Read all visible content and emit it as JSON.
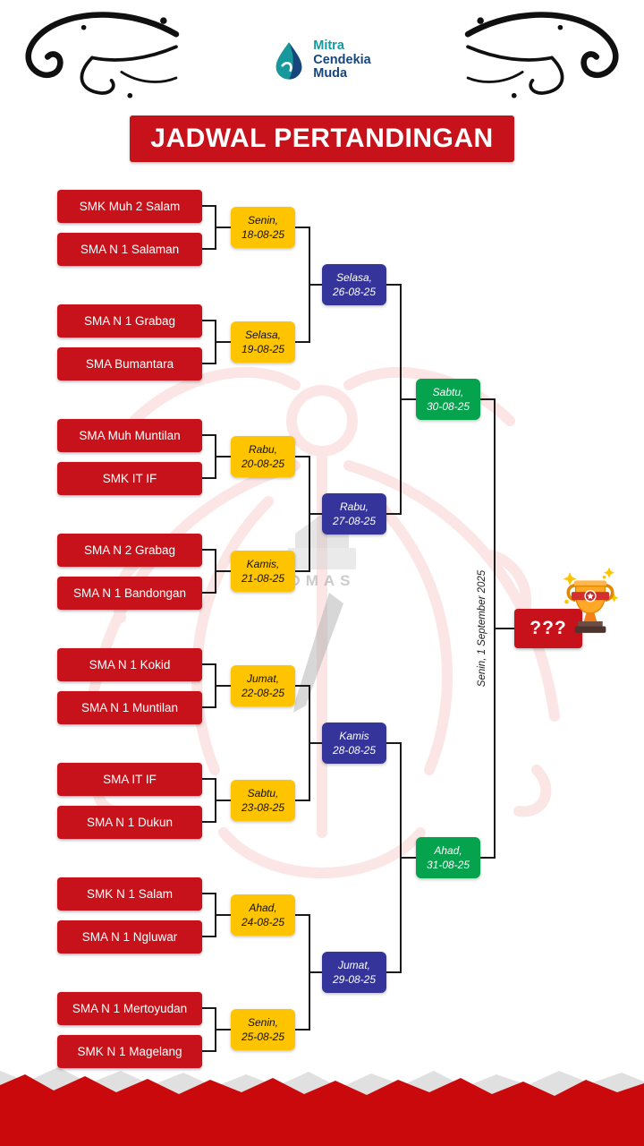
{
  "header": {
    "title": "JADWAL PERTANDINGAN",
    "logo": {
      "line1": "Mitra",
      "line2": "Cendekia",
      "line3": "Muda"
    }
  },
  "bracket": {
    "round1": [
      {
        "team1": "SMK Muh 2 Salam",
        "team2": "SMA N 1 Salaman",
        "day": "Senin,",
        "date": "18-08-25"
      },
      {
        "team1": "SMA N 1 Grabag",
        "team2": "SMA Bumantara",
        "day": "Selasa,",
        "date": "19-08-25"
      },
      {
        "team1": "SMA Muh Muntilan",
        "team2": "SMK IT IF",
        "day": "Rabu,",
        "date": "20-08-25"
      },
      {
        "team1": "SMA N 2 Grabag",
        "team2": "SMA N 1 Bandongan",
        "day": "Kamis,",
        "date": "21-08-25"
      },
      {
        "team1": "SMA N 1 Kokid",
        "team2": "SMA N 1 Muntilan",
        "day": "Jumat,",
        "date": "22-08-25"
      },
      {
        "team1": "SMA IT IF",
        "team2": "SMA N 1 Dukun",
        "day": "Sabtu,",
        "date": "23-08-25"
      },
      {
        "team1": "SMK N 1 Salam",
        "team2": "SMA N 1 Ngluwar",
        "day": "Ahad,",
        "date": "24-08-25"
      },
      {
        "team1": "SMA N 1 Mertoyudan",
        "team2": "SMK N 1 Magelang",
        "day": "Senin,",
        "date": "25-08-25"
      }
    ],
    "round2": [
      {
        "day": "Selasa,",
        "date": "26-08-25"
      },
      {
        "day": "Rabu,",
        "date": "27-08-25"
      },
      {
        "day": "Kamis",
        "date": "28-08-25"
      },
      {
        "day": "Jumat,",
        "date": "29-08-25"
      }
    ],
    "round3": [
      {
        "day": "Sabtu,",
        "date": "30-08-25"
      },
      {
        "day": "Ahad,",
        "date": "31-08-25"
      }
    ],
    "final": {
      "placeholder": "???",
      "date": "Senin, 1 September 2025"
    }
  },
  "watermark": {
    "emblem_text": "OMAS"
  },
  "colors": {
    "red": "#c8121b",
    "yellow": "#ffc400",
    "blue": "#34349b",
    "green": "#06a34e",
    "teal": "#17989c",
    "navy": "#17467d"
  }
}
